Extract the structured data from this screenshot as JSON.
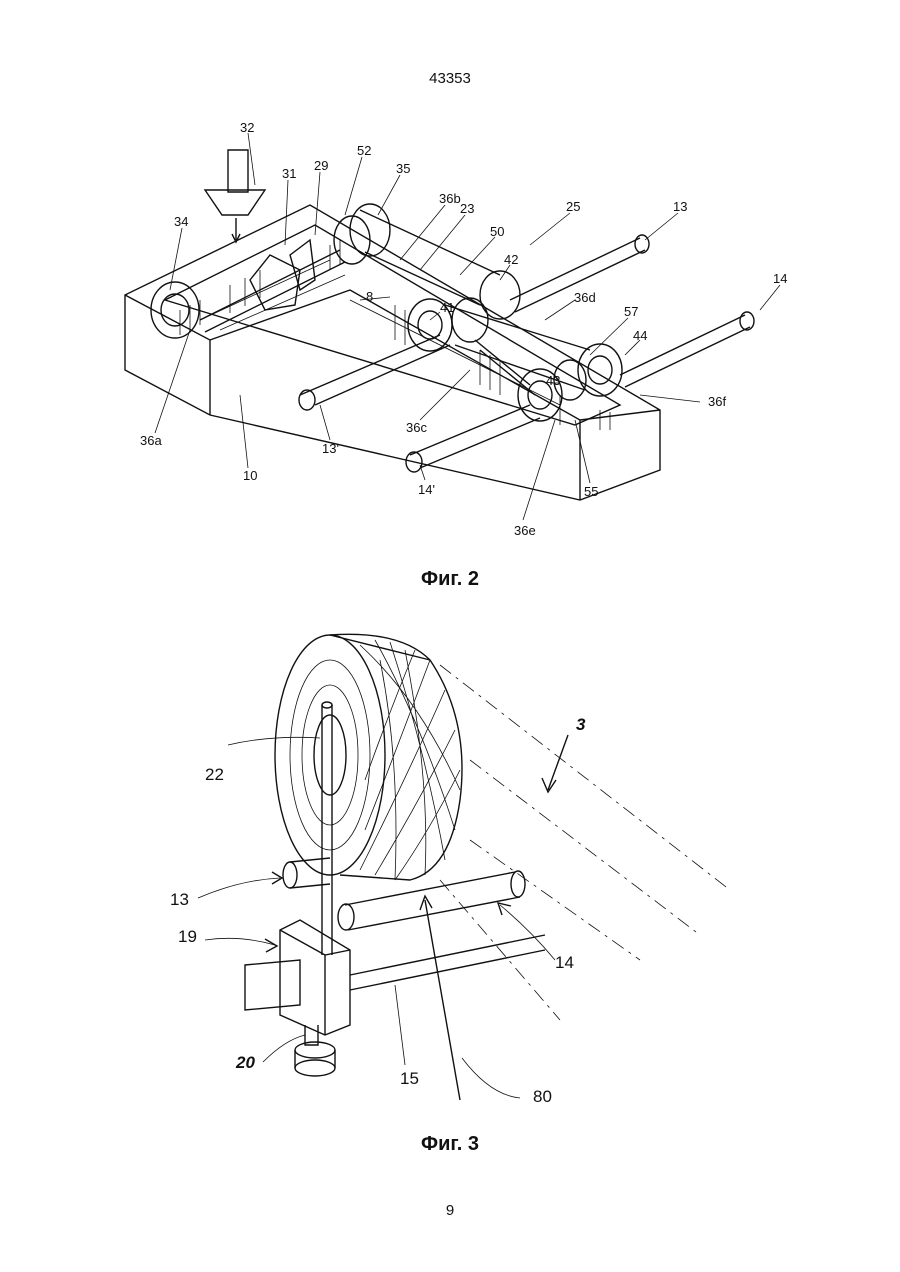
{
  "header": {
    "doc_number": "43353"
  },
  "figure2": {
    "caption": "Фиг. 2",
    "labels": {
      "l32": "32",
      "l31": "31",
      "l29": "29",
      "l52": "52",
      "l35": "35",
      "l34": "34",
      "l36b": "36b",
      "l23": "23",
      "l25": "25",
      "l13": "13",
      "l50": "50",
      "l14": "14",
      "l42": "42",
      "l36d": "36d",
      "l8": "8",
      "l41": "41",
      "l57": "57",
      "l44": "44",
      "l43": "43",
      "l36f": "36f",
      "l36a": "36a",
      "l10": "10",
      "l13p": "13'",
      "l36c": "36c",
      "l14p": "14'",
      "l55": "55",
      "l36e": "36e"
    }
  },
  "figure3": {
    "caption": "Фиг. 3",
    "labels": {
      "l3": "3",
      "l22": "22",
      "l13": "13",
      "l19": "19",
      "l14": "14",
      "l20": "20",
      "l15": "15",
      "l80": "80"
    }
  },
  "footer": {
    "page_number": "9"
  }
}
